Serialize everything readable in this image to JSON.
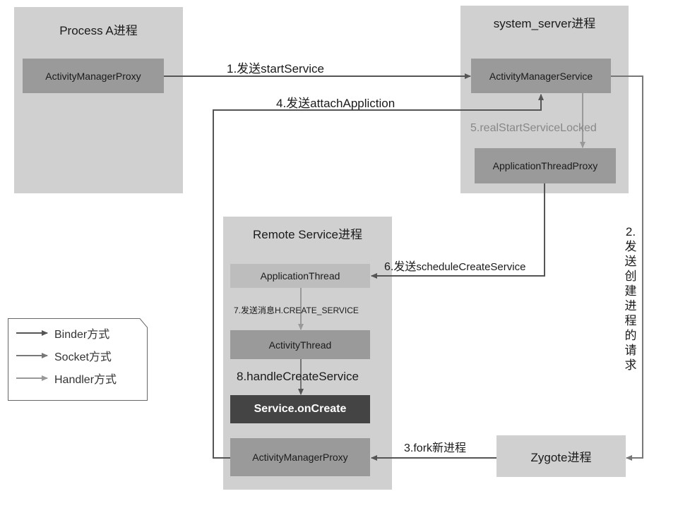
{
  "regions": {
    "process_a": "Process A进程",
    "system_server": "system_server进程",
    "remote_service": "Remote Service进程"
  },
  "nodes": {
    "pa_amp": "ActivityManagerProxy",
    "ams": "ActivityManagerService",
    "atp": "ApplicationThreadProxy",
    "app_thread": "ApplicationThread",
    "activity_thread": "ActivityThread",
    "service_oncreate": "Service.onCreate",
    "rs_amp": "ActivityManagerProxy",
    "zygote": "Zygote进程"
  },
  "edges": {
    "e1": "1.发送startService",
    "e2_chars": [
      "2.",
      "发",
      "送",
      "创",
      "建",
      "进",
      "程",
      "的",
      "请",
      "求"
    ],
    "e3": "3.fork新进程",
    "e4": "4.发送attachAppliction",
    "e5": "5.realStartServiceLocked",
    "e6_prefix": "6.发送",
    "e6_suffix": "scheduleCreateService",
    "e7": "7.发送消息H.CREATE_SERVICE",
    "e8": "8.handleCreateService"
  },
  "legend": {
    "items": [
      "Binder方式",
      "Socket方式",
      "Handler方式"
    ]
  },
  "colors": {
    "binder": "#555555",
    "socket": "#777777",
    "handler": "#999999",
    "region_fill": "#d0d0d0",
    "node_mid": "#9a9a9a",
    "node_light": "#bdbdbd",
    "node_dark": "#444444"
  }
}
